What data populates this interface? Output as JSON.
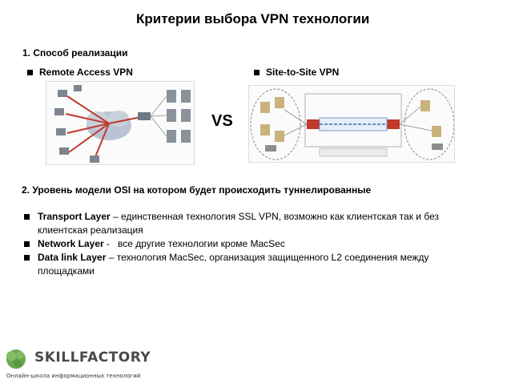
{
  "title": "Критерии выбора VPN технологии",
  "section1": {
    "heading": "1. Способ реализации",
    "option_left": "Remote Access VPN",
    "option_right": "Site-to-Site VPN",
    "vs": "VS"
  },
  "section2": {
    "heading": "2. Уровень модели OSI на котором будет происходить туннелированные",
    "items": [
      {
        "term": "Transport Layer",
        "text": " – единственная технология SSL VPN, возможно как клиентская так и без клиентская реализация"
      },
      {
        "term": "Network Layer",
        "text": " -   все другие технологии кроме MacSec"
      },
      {
        "term": "Data link Layer",
        "text": " – технология MacSec, организация защищенного L2 соединения между площадками"
      }
    ]
  },
  "logo": {
    "name": "SKILLFACTORY",
    "tagline": "Онлайн-школа информационных технологий",
    "color": "#6aa84f"
  }
}
